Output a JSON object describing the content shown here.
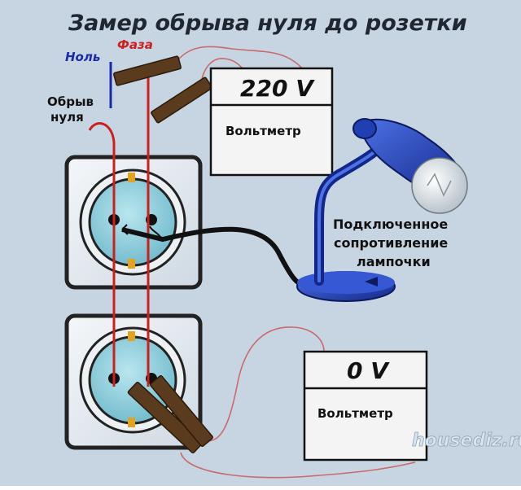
{
  "title": "Замер обрыва нуля до розетки",
  "labels": {
    "nol": "Ноль",
    "faza": "Фаза",
    "obryv_line1": "Обрыв",
    "obryv_line2": "нуля"
  },
  "voltmeter_top": {
    "reading": "220 V",
    "name": "Вольтметр"
  },
  "voltmeter_bottom": {
    "reading": "0 V",
    "name": "Вольтметр"
  },
  "lamp_label": {
    "line1": "Подключенное",
    "line2": "сопротивление",
    "line3": "лампочки"
  },
  "watermark": "housediz.ru",
  "colors": {
    "background": "#c7d5e2",
    "phase_wire": "#cc1f1f",
    "neutral_label": "#1a2aa8",
    "probe": "#5a3b1e",
    "lamp_blue": "#1f3fb3",
    "socket_face": "#8fd0dc"
  }
}
